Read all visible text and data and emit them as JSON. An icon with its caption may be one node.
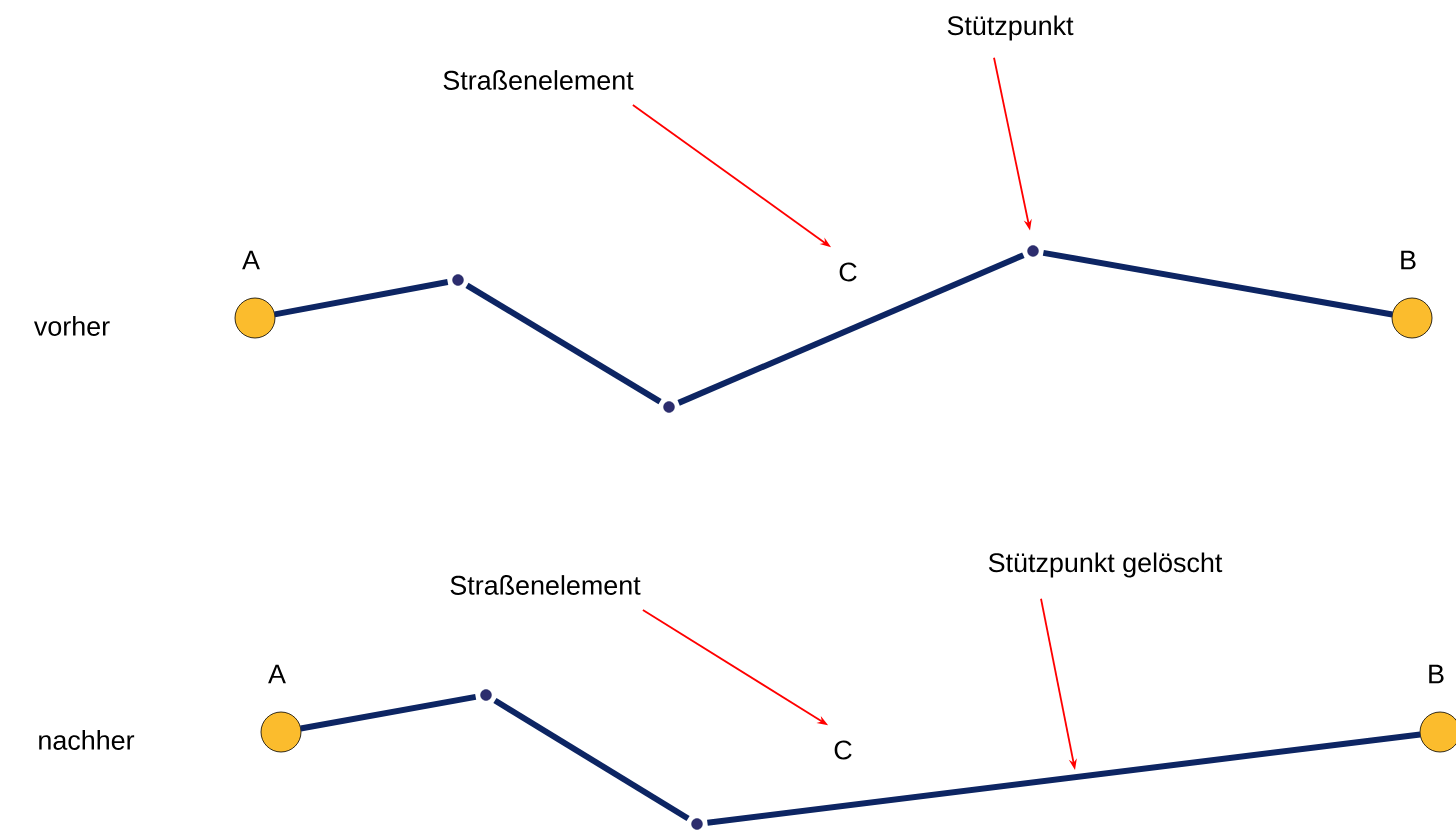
{
  "diagram": {
    "nodes": [
      {
        "text": [],
        "shape": "circle",
        "beside": [
          "A"
        ]
      },
      {
        "text": [],
        "shape": "circle"
      },
      {
        "text": [],
        "shape": "circle"
      },
      {
        "text": [],
        "shape": "circle"
      },
      {
        "text": [],
        "shape": "circle",
        "beside": [
          "B"
        ]
      },
      {
        "text": [
          "C"
        ]
      },
      {
        "text": [
          "Straßenelement"
        ]
      },
      {
        "text": [
          "Stützpunkt"
        ]
      },
      {
        "text": [],
        "shape": "circle",
        "beside": [
          "A"
        ]
      },
      {
        "text": [],
        "shape": "circle"
      },
      {
        "text": [],
        "shape": "circle"
      },
      {
        "text": [],
        "shape": "circle",
        "beside": [
          "B"
        ]
      },
      {
        "text": [
          "C"
        ]
      },
      {
        "text": [
          "Straßenelement"
        ]
      },
      {
        "text": [
          "Stützpunkt gelöscht"
        ]
      }
    ],
    "edges": [
      {
        "from": 0,
        "to": 1,
        "arrow": "none"
      },
      {
        "from": 1,
        "to": 2,
        "arrow": "none"
      },
      {
        "from": 2,
        "to": 3,
        "arrow": "none"
      },
      {
        "from": 3,
        "to": 4,
        "arrow": "none"
      },
      {
        "from": 6,
        "to": 5,
        "arrow": "to",
        "color": "#ff0000"
      },
      {
        "from": 7,
        "to": 3,
        "arrow": "to",
        "color": "#ff0000"
      },
      {
        "from": 8,
        "to": 9,
        "arrow": "none"
      },
      {
        "from": 9,
        "to": 10,
        "arrow": "none"
      },
      {
        "from": 10,
        "to": 11,
        "arrow": "none"
      },
      {
        "from": 13,
        "to": 12,
        "arrow": "to",
        "color": "#ff0000"
      },
      {
        "from": 14,
        "to": null,
        "arrow": "to",
        "color": "#ff0000"
      }
    ],
    "labels": [
      "vorher",
      "nachher"
    ]
  }
}
